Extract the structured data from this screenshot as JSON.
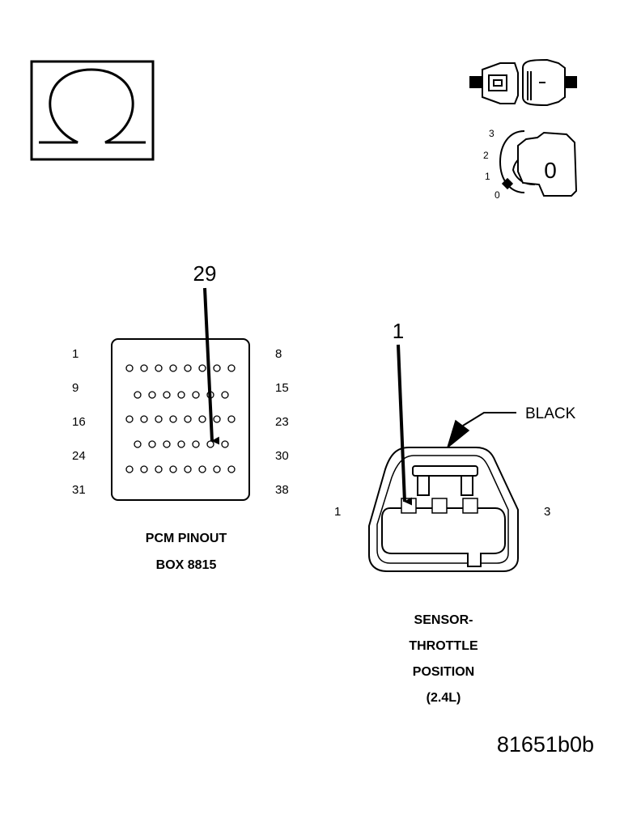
{
  "meter_symbol": "Ω",
  "ignition": {
    "positions": [
      "3",
      "2",
      "1",
      "0"
    ],
    "key_label": "0"
  },
  "pcm": {
    "callout_pin": "29",
    "left_row_labels": [
      "1",
      "9",
      "16",
      "24",
      "31"
    ],
    "right_row_labels": [
      "8",
      "15",
      "23",
      "30",
      "38"
    ],
    "caption_line1": "PCM PINOUT",
    "caption_line2": "BOX 8815"
  },
  "sensor": {
    "callout_pin": "1",
    "color_label": "BLACK",
    "left_terminal": "1",
    "right_terminal": "3",
    "caption_line1": "SENSOR-",
    "caption_line2": "THROTTLE",
    "caption_line3": "POSITION",
    "caption_line4": "(2.4L)"
  },
  "figure_id": "81651b0b"
}
